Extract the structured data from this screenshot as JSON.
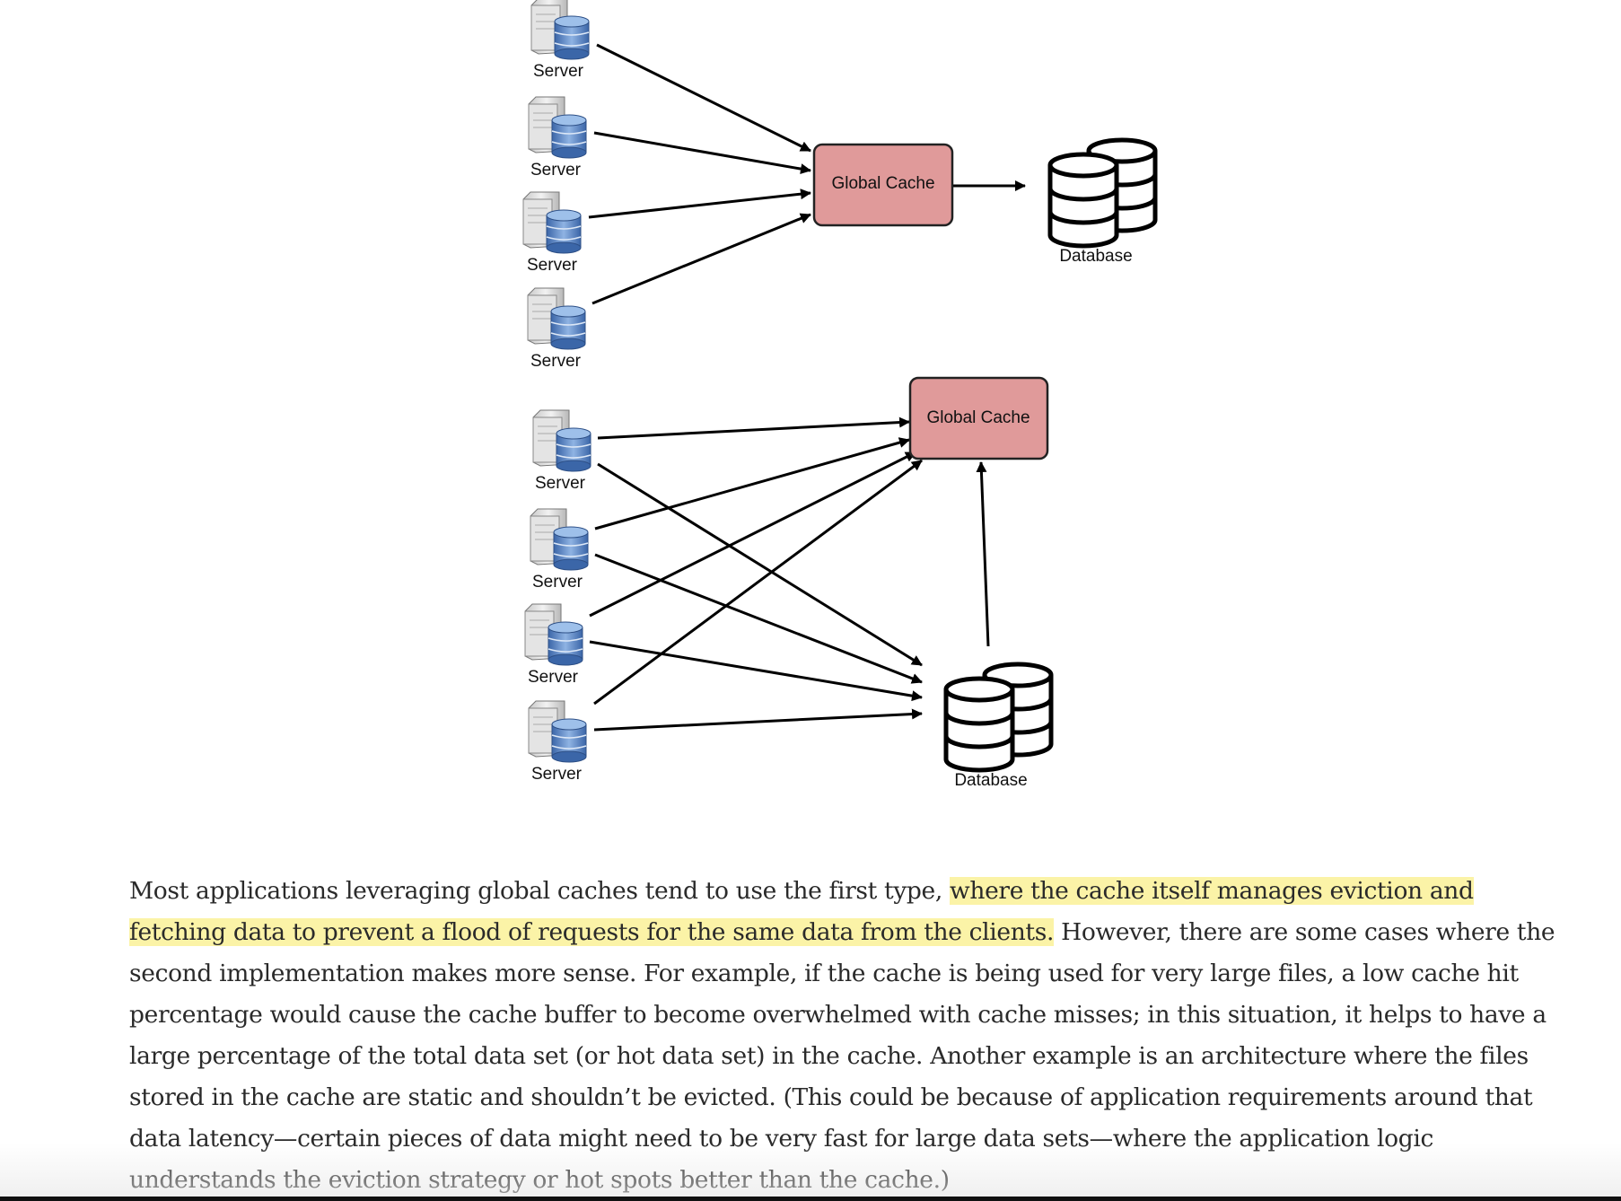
{
  "diagram": {
    "top": {
      "servers": [
        "Server",
        "Server",
        "Server",
        "Server"
      ],
      "cache_label": "Global Cache",
      "database_label": "Database"
    },
    "bottom": {
      "servers": [
        "Server",
        "Server",
        "Server",
        "Server"
      ],
      "cache_label": "Global Cache",
      "database_label": "Database"
    },
    "colors": {
      "cache_fill": "#e09a9a",
      "cache_stroke": "#222222",
      "server_blue": "#5b86c4"
    },
    "icons": {
      "server": "server-icon",
      "database": "database-icon"
    }
  },
  "article": {
    "text_before": "Most applications leveraging global caches tend to use the first type, ",
    "highlight": "where the cache itself manages eviction and fetching data to prevent a flood of requests for the same data from the clients.",
    "text_after": " However, there are some cases where the second implementation makes more sense. For example, if the cache is being used for very large files, a low cache hit percentage would cause the cache buffer to become overwhelmed with cache misses; in this situation, it helps to have a large percentage of the total data set (or hot data set) in the cache. Another example is an architecture where the files stored in the cache are static and shouldn’t be evicted. (This could be because of application requirements around that data latency—certain pieces of data might need to be very fast for large data sets—where the application logic understands the eviction strategy or hot spots better than the cache.)",
    "highlight_color": "#fbf3a7"
  }
}
